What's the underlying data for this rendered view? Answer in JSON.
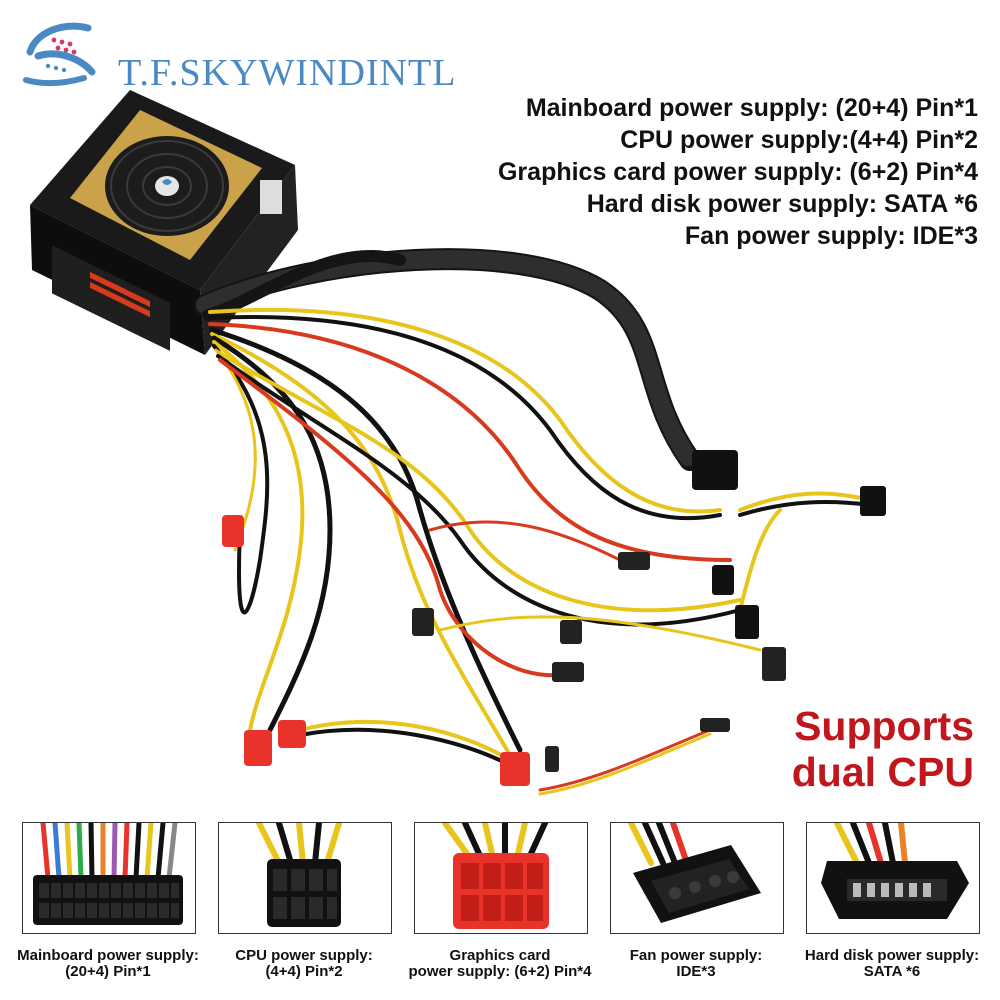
{
  "brand": {
    "name": "T.F.SKYWINDINTL",
    "primary_color": "#4a89c4",
    "logo_icon": "skywind-logo-icon"
  },
  "specs": [
    "Mainboard power supply: (20+4) Pin*1",
    "CPU power supply:(4+4) Pin*2",
    "Graphics card power supply: (6+2) Pin*4",
    "Hard disk power supply: SATA *6",
    "Fan power supply: IDE*3"
  ],
  "highlight": {
    "line1": "Supports",
    "line2": "dual CPU",
    "color": "#c0161c"
  },
  "connectors": [
    {
      "icon": "atx-24pin-connector-icon",
      "caption_line1": "Mainboard power supply:",
      "caption_line2": "(20+4) Pin*1"
    },
    {
      "icon": "cpu-8pin-connector-icon",
      "caption_line1": "CPU power supply:",
      "caption_line2": "(4+4) Pin*2"
    },
    {
      "icon": "pcie-8pin-connector-icon",
      "caption_line1": "Graphics card",
      "caption_line2": "power supply: (6+2) Pin*4"
    },
    {
      "icon": "molex-ide-connector-icon",
      "caption_line1": "Fan power supply:",
      "caption_line2": "IDE*3"
    },
    {
      "icon": "sata-connector-icon",
      "caption_line1": "Hard disk power supply:",
      "caption_line2": "SATA *6"
    }
  ],
  "psu": {
    "icon": "psu-unit-icon",
    "accent_color": "#c9a24a",
    "cable_colors": [
      "#111111",
      "#e8c51c",
      "#d83a1e"
    ]
  }
}
